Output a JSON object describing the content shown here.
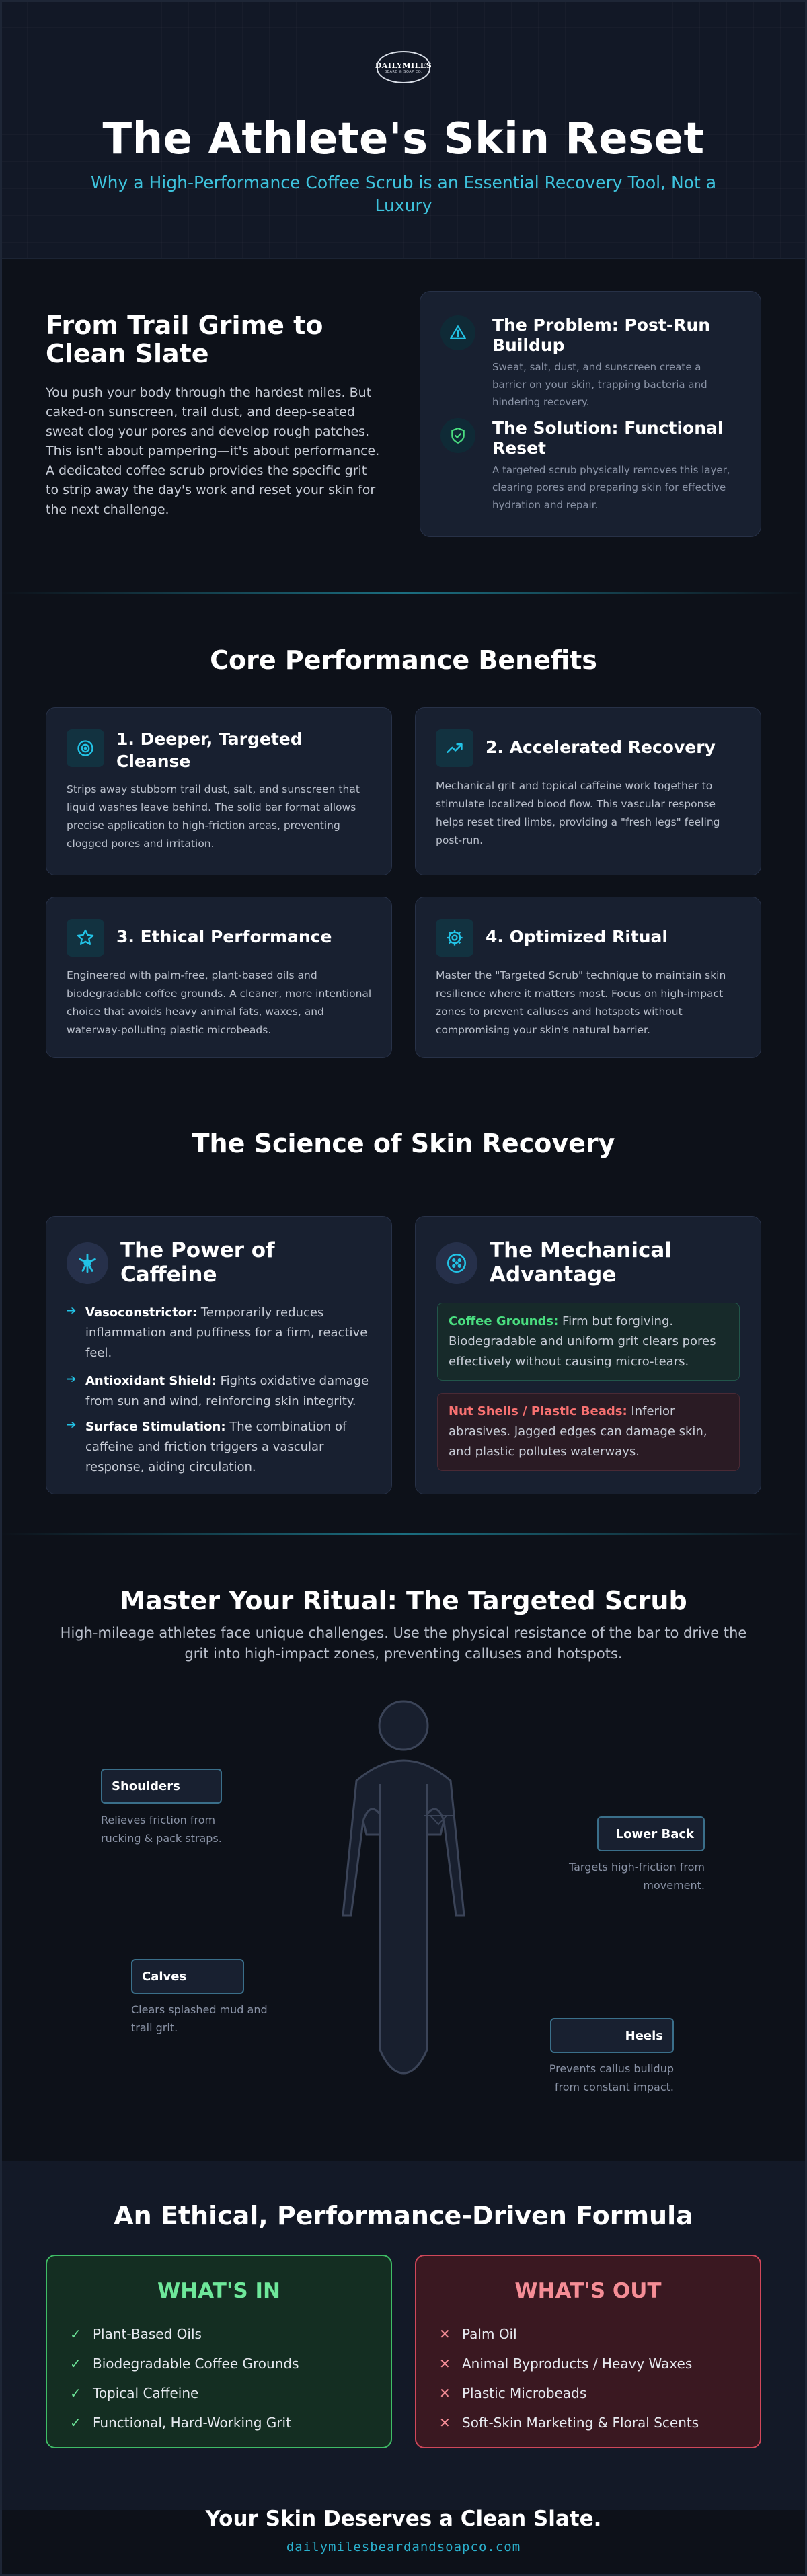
{
  "header": {
    "logo_text": "DAILYMILES",
    "logo_sub": "BEARD & SOAP CO.",
    "title": "The Athlete's Skin Reset",
    "subtitle": "Why a High-Performance Coffee Scrub is an Essential Recovery Tool, Not a Luxury"
  },
  "intro": {
    "heading": "From Trail Grime to Clean Slate",
    "body": "You push your body through the hardest miles. But caked-on sunscreen, trail dust, and deep-seated sweat clog your pores and develop rough patches. This isn't about pampering—it's about performance. A dedicated coffee scrub provides the specific grit to strip away the day's work and reset your skin for the next challenge.",
    "problem": {
      "title": "The Problem: Post-Run Buildup",
      "desc": "Sweat, salt, dust, and sunscreen create a barrier on your skin, trapping bacteria and hindering recovery.",
      "icon": "warning-triangle-icon"
    },
    "solution": {
      "title": "The Solution: Functional Reset",
      "desc": "A targeted scrub physically removes this layer, clearing pores and preparing skin for effective hydration and repair.",
      "icon": "shield-check-icon"
    }
  },
  "benefits": {
    "heading": "Core Performance Benefits",
    "items": [
      {
        "title": "1. Deeper, Targeted Cleanse",
        "desc": "Strips away stubborn trail dust, salt, and sunscreen that liquid washes leave behind. The solid bar format allows precise application to high-friction areas, preventing clogged pores and irritation.",
        "icon": "target-icon"
      },
      {
        "title": "2. Accelerated Recovery",
        "desc": "Mechanical grit and topical caffeine work together to stimulate localized blood flow. This vascular response helps reset tired limbs, providing a \"fresh legs\" feeling post-run.",
        "icon": "trending-up-icon"
      },
      {
        "title": "3. Ethical Performance",
        "desc": "Engineered with palm-free, plant-based oils and biodegradable coffee grounds. A cleaner, more intentional choice that avoids heavy animal fats, waxes, and waterway-polluting plastic microbeads.",
        "icon": "star-icon"
      },
      {
        "title": "4. Optimized Ritual",
        "desc": "Master the \"Targeted Scrub\" technique to maintain skin resilience where it matters most. Focus on high-impact zones to prevent calluses and hotspots without compromising your skin's natural barrier.",
        "icon": "gear-icon"
      }
    ]
  },
  "science": {
    "heading": "The Science of Skin Recovery",
    "caffeine": {
      "title": "The Power of Caffeine",
      "icon": "molecule-icon",
      "points": [
        {
          "label": "Vasoconstrictor:",
          "text": " Temporarily reduces inflammation and puffiness for a firm, reactive feel."
        },
        {
          "label": "Antioxidant Shield:",
          "text": " Fights oxidative damage from sun and wind, reinforcing skin integrity."
        },
        {
          "label": "Surface Stimulation:",
          "text": " The combination of caffeine and friction triggers a vascular response, aiding circulation."
        }
      ]
    },
    "mechanical": {
      "title": "The Mechanical Advantage",
      "icon": "grit-dots-icon",
      "good_label": "Coffee Grounds:",
      "good_text": " Firm but forgiving. Biodegradable and uniform grit clears pores effectively without causing micro-tears.",
      "bad_label": "Nut Shells / Plastic Beads:",
      "bad_text": " Inferior abrasives. Jagged edges can damage skin, and plastic pollutes waterways."
    }
  },
  "ritual": {
    "heading": "Master Your Ritual: The Targeted Scrub",
    "subheading": "High-mileage athletes face unique challenges. Use the physical resistance of the bar to drive the grit into high-impact zones, preventing calluses and hotspots.",
    "zones": [
      {
        "label": "Shoulders",
        "desc": "Relieves friction from rucking & pack straps."
      },
      {
        "label": "Lower Back",
        "desc": "Targets high-friction from movement."
      },
      {
        "label": "Calves",
        "desc": "Clears splashed mud and trail grit."
      },
      {
        "label": "Heels",
        "desc": "Prevents callus buildup from constant impact."
      }
    ]
  },
  "formula": {
    "heading": "An Ethical, Performance-Driven Formula",
    "in_heading": "WHAT'S IN",
    "out_heading": "WHAT'S OUT",
    "in_items": [
      "Plant-Based Oils",
      "Biodegradable Coffee Grounds",
      "Topical Caffeine",
      "Functional, Hard-Working Grit"
    ],
    "out_items": [
      "Palm Oil",
      "Animal Byproducts / Heavy Waxes",
      "Plastic Microbeads",
      "Soft-Skin Marketing & Floral Scents"
    ],
    "in_mark": "✓",
    "out_mark": "✕"
  },
  "footer": {
    "title": "Your Skin Deserves a Clean Slate.",
    "url": "dailymilesbeardandsoapco.com"
  },
  "colors": {
    "accent": "#22c3e6",
    "good": "#4ade80",
    "bad": "#f87171"
  }
}
